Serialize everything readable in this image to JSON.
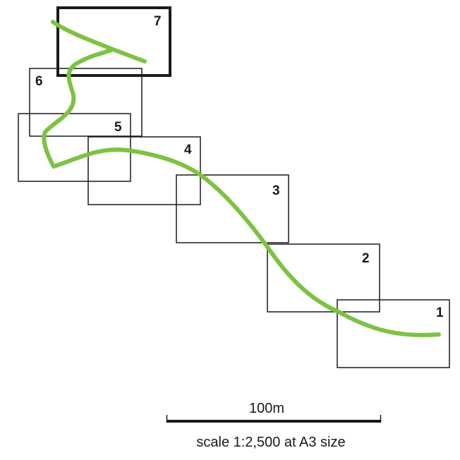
{
  "map": {
    "route_color": "#7dc242",
    "frame_color": "#1a1a1a",
    "sheets": [
      {
        "number": "1",
        "highlighted": false
      },
      {
        "number": "2",
        "highlighted": false
      },
      {
        "number": "3",
        "highlighted": false
      },
      {
        "number": "4",
        "highlighted": false
      },
      {
        "number": "5",
        "highlighted": false
      },
      {
        "number": "6",
        "highlighted": false
      },
      {
        "number": "7",
        "highlighted": true
      }
    ]
  },
  "scale_bar": {
    "distance_label": "100m",
    "caption": "scale 1:2,500 at A3 size"
  }
}
